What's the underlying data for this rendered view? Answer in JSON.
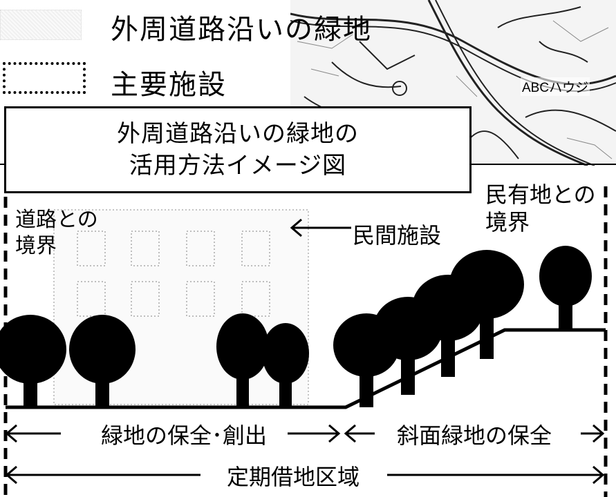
{
  "legend": {
    "green_label": "外周道路沿いの緑地",
    "facility_label": "主要施設"
  },
  "map": {
    "place_label": "ABCハウジ"
  },
  "title": {
    "line1": "外周道路沿いの緑地の",
    "line2": "活用方法イメージ図"
  },
  "labels": {
    "road_boundary": [
      "道路との",
      "境界"
    ],
    "private_facility": "民間施設",
    "private_land_boundary": [
      "民有地との",
      "境界"
    ]
  },
  "spans": {
    "green_conservation": "緑地の保全･創出",
    "slope_conservation": "斜面緑地の保全",
    "leasehold_area": "定期借地区域"
  },
  "colors": {
    "ink": "#000000",
    "building_dots": "#bdbdbd"
  }
}
